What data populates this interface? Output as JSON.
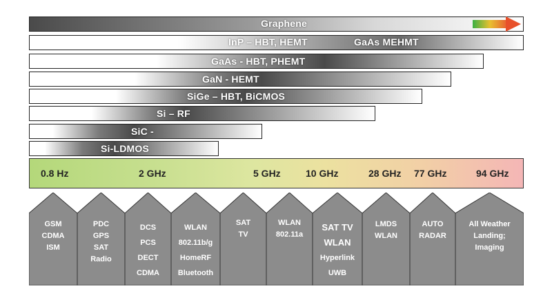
{
  "technologies": [
    {
      "label": "Graphene"
    },
    {
      "label": "InP – HBT, HEMT",
      "label2": "GaAs MEHMT"
    },
    {
      "label": "GaAs - HBT, PHEMT"
    },
    {
      "label": "GaN - HEMT"
    },
    {
      "label": "SiGe – HBT, BiCMOS"
    },
    {
      "label": "Si – RF"
    },
    {
      "label": "SiC  -"
    },
    {
      "label": "Si-LDMOS"
    }
  ],
  "frequencies": [
    "0.8 Hz",
    "2 GHz",
    "5 GHz",
    "10 GHz",
    "28 GHz",
    "77 GHz",
    "94 GHz"
  ],
  "applications": [
    {
      "lines": [
        "GSM",
        "CDMA",
        "ISM"
      ]
    },
    {
      "lines": [
        "PDC",
        "GPS",
        "SAT",
        "Radio"
      ]
    },
    {
      "lines": [
        "DCS",
        "PCS",
        "DECT",
        "CDMA"
      ]
    },
    {
      "lines": [
        "WLAN",
        "802.11b/g",
        "HomeRF",
        "Bluetooth"
      ]
    },
    {
      "lines": [
        "SAT",
        "TV"
      ]
    },
    {
      "lines": [
        "WLAN",
        "802.11a"
      ]
    },
    {
      "lines": [
        "SAT TV",
        "WLAN",
        "Hyperlink",
        "UWB"
      ]
    },
    {
      "lines": [
        "LMDS",
        "WLAN"
      ]
    },
    {
      "lines": [
        "AUTO",
        "RADAR"
      ]
    },
    {
      "lines": [
        "All Weather",
        "Landing;",
        "Imaging"
      ]
    }
  ],
  "colors": {
    "arrow_start": "#3cb043",
    "arrow_end": "#e8502a",
    "app_fill": "#8c8c8c"
  }
}
